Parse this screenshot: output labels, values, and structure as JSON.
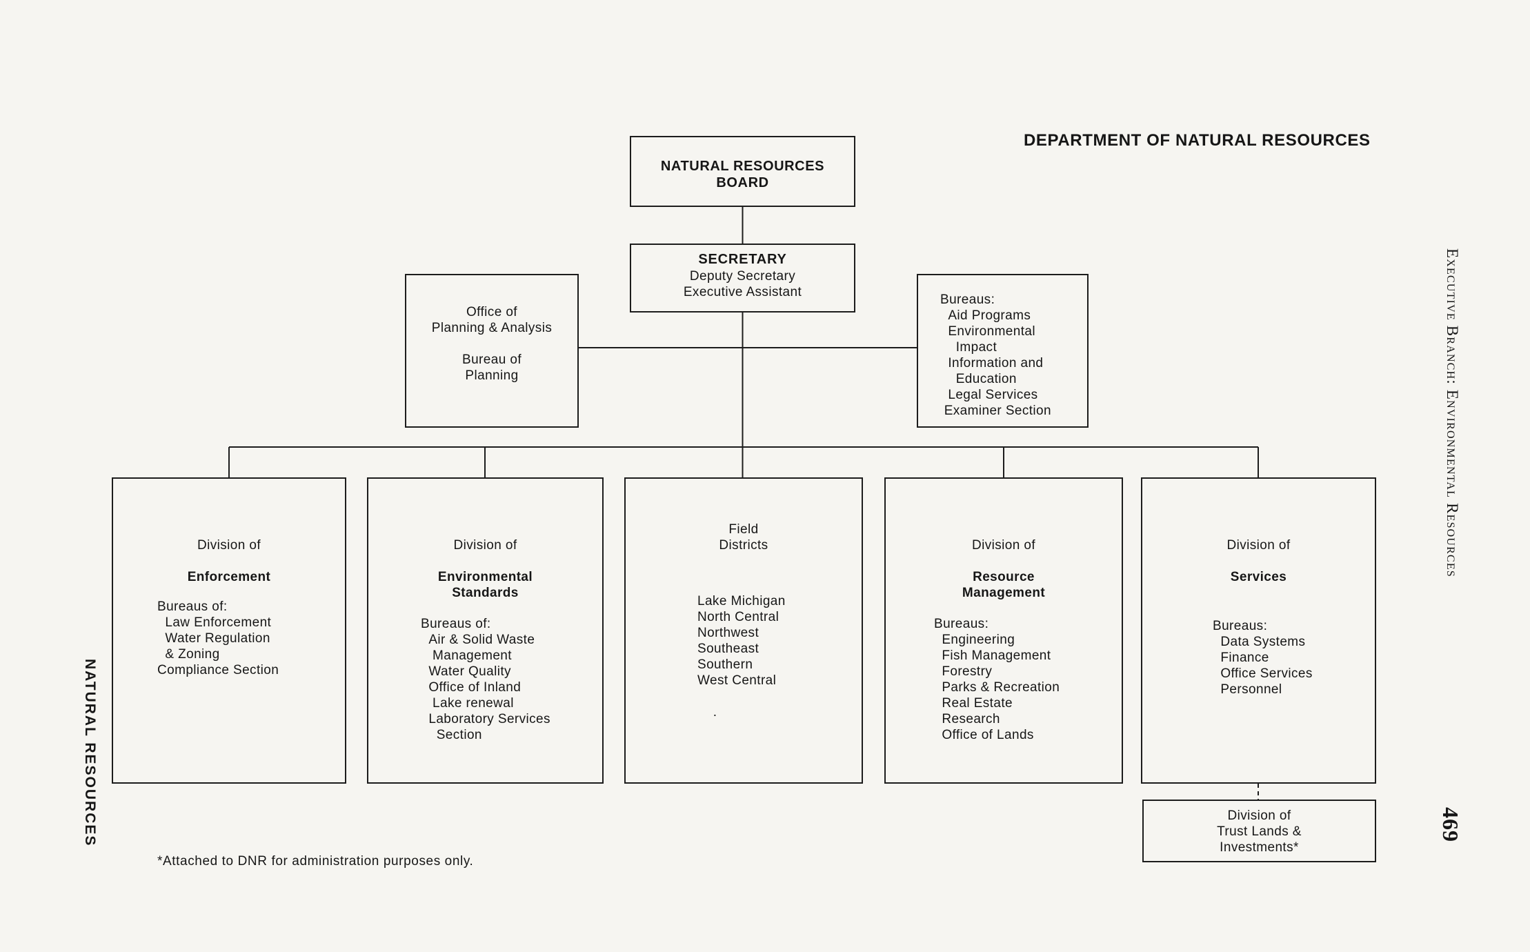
{
  "page": {
    "header": "DEPARTMENT OF NATURAL RESOURCES",
    "left_margin": "NATURAL RESOURCES",
    "right_margin": "Executive Branch: Environmental Resources",
    "page_number": "469",
    "footnote": "*Attached to DNR for administration purposes only."
  },
  "nodes": {
    "board": {
      "title": "NATURAL RESOURCES\nBOARD"
    },
    "secretary": {
      "title": "SECRETARY",
      "body": "Deputy Secretary\nExecutive Assistant"
    },
    "planning": {
      "body": "Office of\nPlanning & Analysis\n\nBureau of\nPlanning"
    },
    "staff_bureaus": {
      "body": "Bureaus:\n  Aid Programs\n  Environmental\n    Impact\n  Information and\n    Education\n  Legal Services\n Examiner Section"
    },
    "enforcement": {
      "head_top": "Division of",
      "head_bold": "Enforcement",
      "body": "Bureaus of:\n  Law Enforcement\n  Water Regulation\n  & Zoning\nCompliance Section"
    },
    "env_standards": {
      "head_top": "Division of",
      "head_bold": "Environmental\nStandards",
      "body": "Bureaus of:\n  Air & Solid Waste\n   Management\n  Water Quality\n  Office of Inland\n   Lake renewal\n  Laboratory Services\n    Section"
    },
    "field_districts": {
      "head_top": "Field\nDistricts",
      "body": "Lake Michigan\nNorth Central\nNorthwest\nSoutheast\nSouthern\nWest Central\n\n    ."
    },
    "resource_mgmt": {
      "head_top": "Division of",
      "head_bold": "Resource\nManagement",
      "body": "Bureaus:\n  Engineering\n  Fish Management\n  Forestry\n  Parks & Recreation\n  Real Estate\n  Research\n  Office of Lands"
    },
    "services": {
      "head_top": "Division of",
      "head_bold": "Services",
      "body": "Bureaus:\n  Data Systems\n  Finance\n  Office Services\n  Personnel"
    },
    "trust_lands": {
      "body": "Division of\nTrust Lands &\nInvestments*"
    }
  }
}
